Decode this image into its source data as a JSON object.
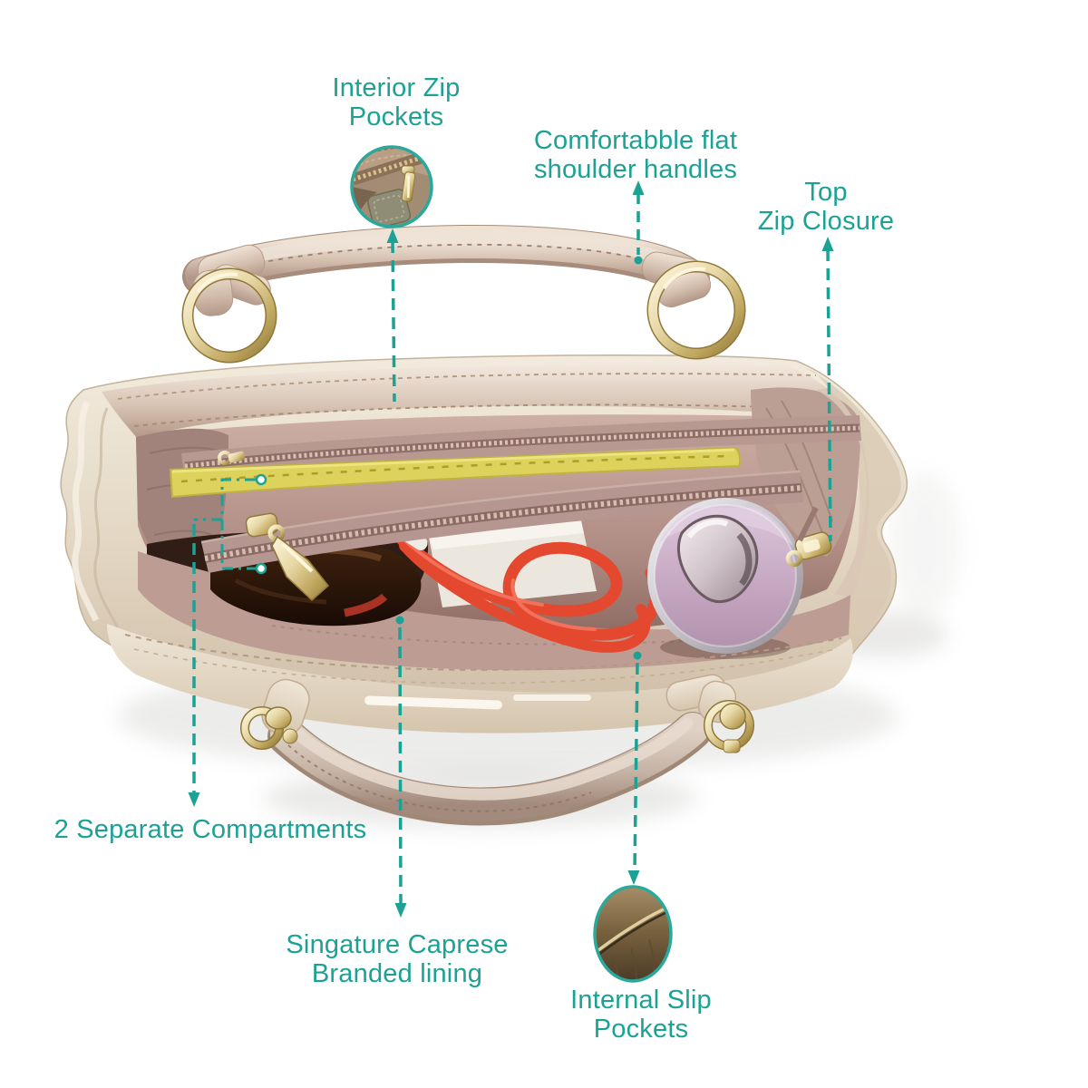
{
  "annotation": {
    "color": "#1CA294",
    "callouts": [
      {
        "id": "interior-zip-pockets",
        "lines": [
          "Interior Zip",
          "Pockets"
        ]
      },
      {
        "id": "comfortable-flat-shoulder-handles",
        "lines": [
          "Comfortabble flat",
          "shoulder handles"
        ]
      },
      {
        "id": "top-zip-closure",
        "lines": [
          "Top",
          "Zip Closure"
        ]
      },
      {
        "id": "two-separate-compartments",
        "lines": [
          "2 Separate Compartments"
        ]
      },
      {
        "id": "signature-caprese-branded-lining",
        "lines": [
          "Singature Caprese",
          "Branded lining"
        ]
      },
      {
        "id": "internal-slip-pockets",
        "lines": [
          "Internal Slip",
          "Pockets"
        ]
      }
    ],
    "insets": [
      {
        "name": "interior-zip-pocket-detail"
      },
      {
        "name": "internal-slip-pocket-detail"
      }
    ]
  },
  "palette": {
    "annotation_teal": "#1CA294",
    "inset_ring_teal": "#2BA89A",
    "bag_champagne": "#DCCDBA",
    "lining_pink": "#BD9C93",
    "pouch_yellow": "#DDD35C",
    "cable_red": "#E4492F",
    "compact_lilac": "#C9ADC7",
    "hardware_gold": "#D6C086",
    "background": "#FFFFFF"
  }
}
